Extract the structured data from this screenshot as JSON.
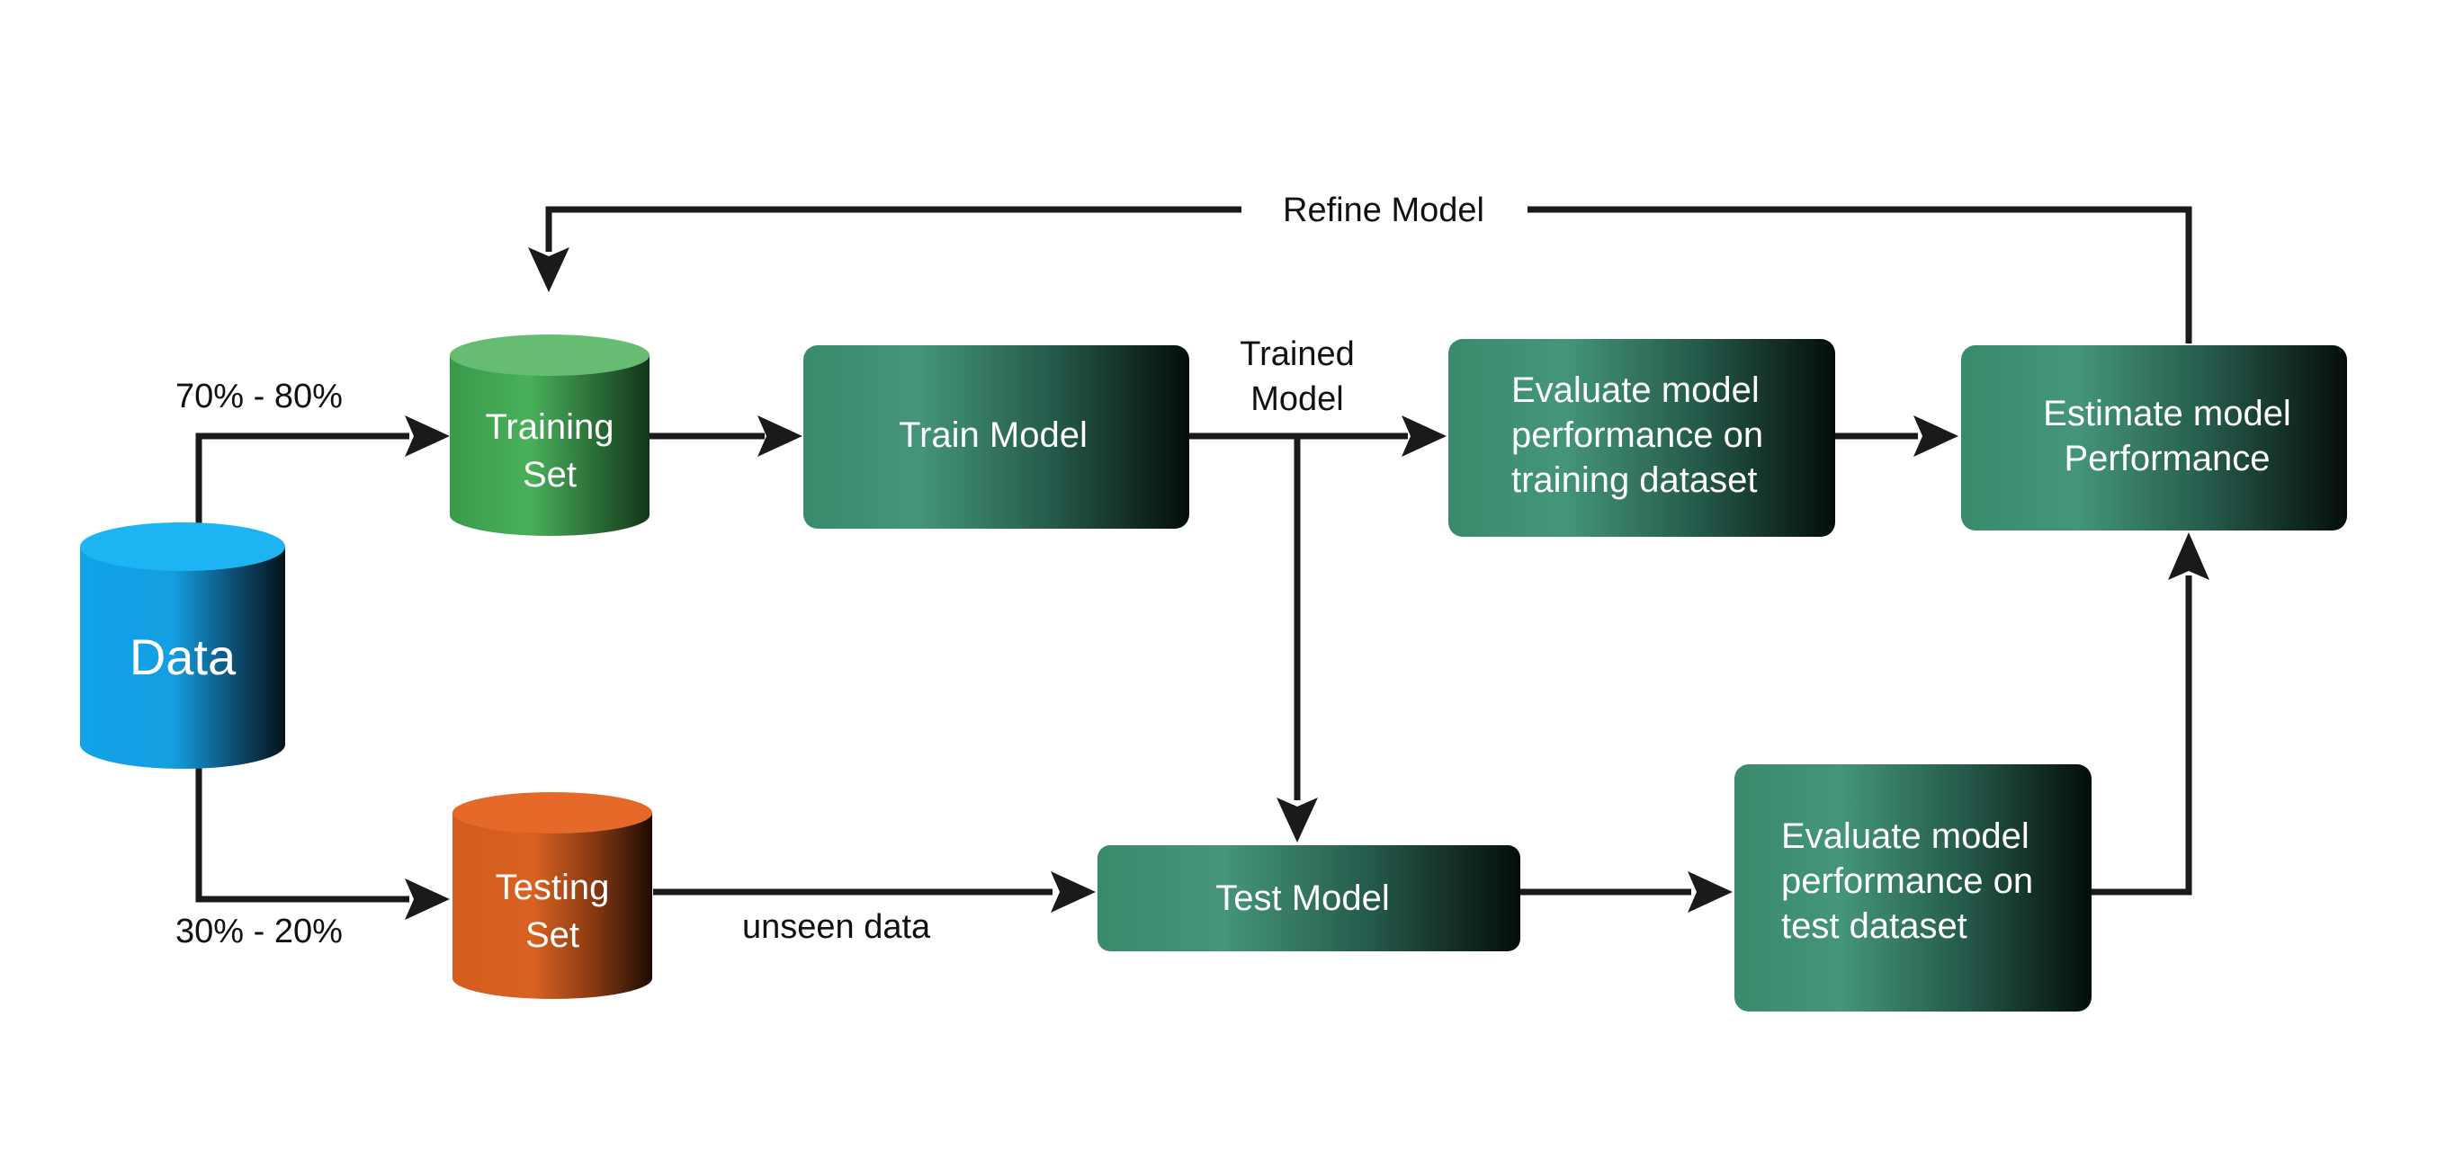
{
  "colors": {
    "data_cylinder": "#13a7ec",
    "training_cylinder": "#4fb65c",
    "testing_cylinder": "#dc6424",
    "process_box": "#3e8f72",
    "box_dark_edge": "#050d0a",
    "arrow": "#1a1a1a",
    "text_on_shape": "#ffffff"
  },
  "nodes": {
    "data": {
      "label": "Data"
    },
    "training_set": {
      "lines": [
        "Training",
        "Set"
      ]
    },
    "testing_set": {
      "lines": [
        "Testing",
        "Set"
      ]
    },
    "train_model": {
      "lines": [
        "Train Model"
      ]
    },
    "test_model": {
      "lines": [
        "Test Model"
      ]
    },
    "eval_train": {
      "lines": [
        "Evaluate model",
        "performance on",
        "training dataset"
      ]
    },
    "eval_test": {
      "lines": [
        "Evaluate model",
        "performance on",
        "test dataset"
      ]
    },
    "estimate": {
      "lines": [
        "Estimate model",
        "Performance"
      ]
    }
  },
  "edge_labels": {
    "train_split": "70% - 80%",
    "test_split": "30% - 20%",
    "trained_model": [
      "Trained",
      "Model"
    ],
    "unseen_data": "unseen data",
    "refine_model": "Refine Model"
  }
}
